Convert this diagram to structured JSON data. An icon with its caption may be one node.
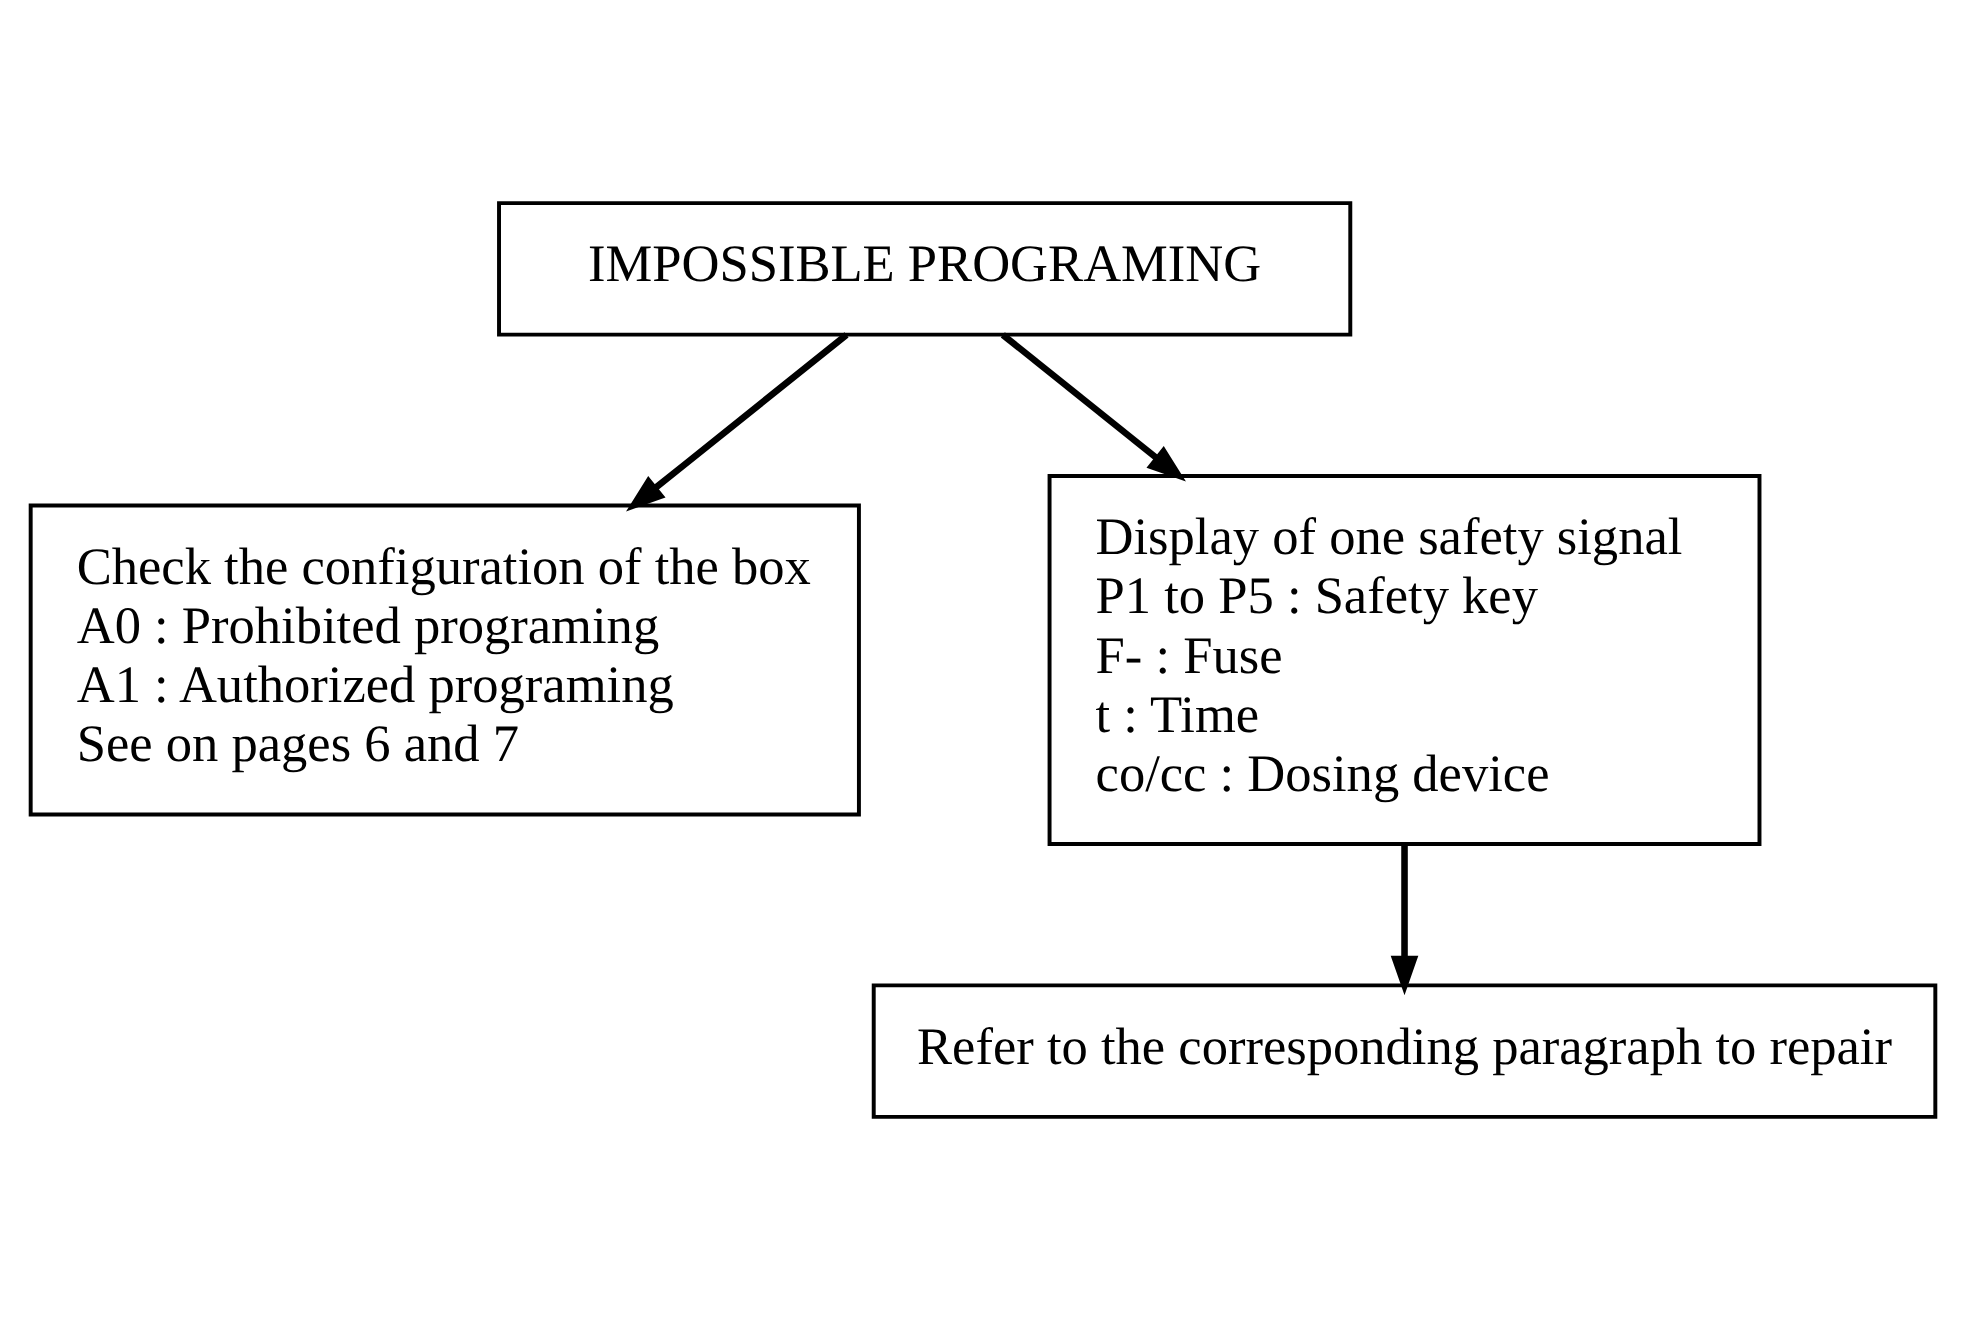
{
  "diagram": {
    "nodes": [
      {
        "text": [
          "IMPOSSIBLE PROGRAMING"
        ]
      },
      {
        "text": [
          "Check the configuration of the box",
          "A0 : Prohibited programing",
          "A1 : Authorized programing",
          "See on pages 6 and 7"
        ]
      },
      {
        "text": [
          "Display of one safety signal",
          "P1 to P5 : Safety key",
          "F- : Fuse",
          "t : Time",
          "co/cc : Dosing device"
        ]
      },
      {
        "text": [
          "Refer to the corresponding paragraph to repair"
        ]
      }
    ],
    "edges": [
      {
        "from": 0,
        "to": 1,
        "arrow": "to"
      },
      {
        "from": 0,
        "to": 2,
        "arrow": "to"
      },
      {
        "from": 2,
        "to": 3,
        "arrow": "to"
      }
    ]
  }
}
